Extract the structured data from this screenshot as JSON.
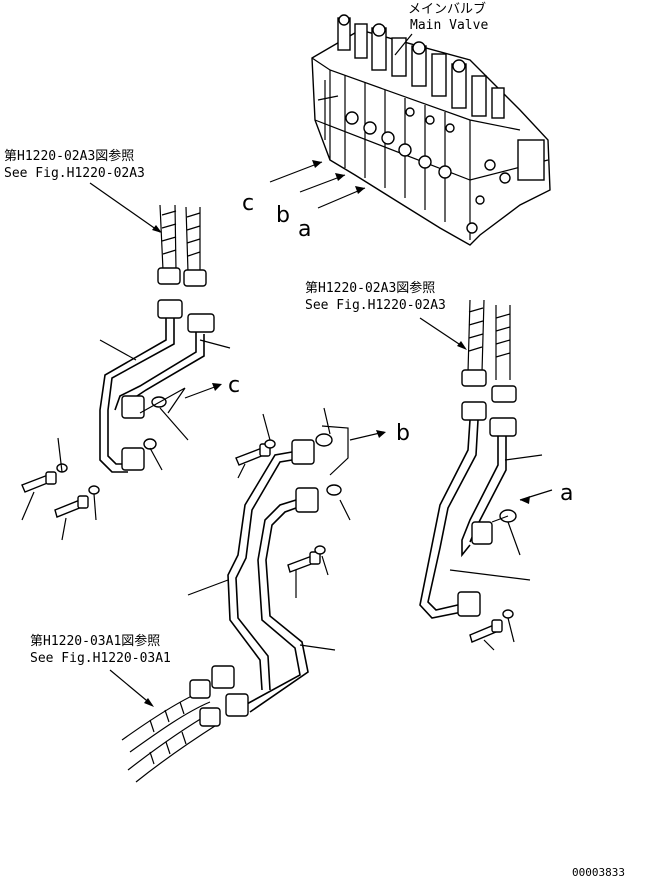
{
  "callouts": {
    "main_valve_jp": "メインバルブ",
    "main_valve_en": "Main Valve",
    "ref1_jp": "第H1220-02A3図参照",
    "ref1_en": "See Fig.H1220-02A3",
    "ref2_jp": "第H1220-02A3図参照",
    "ref2_en": "See Fig.H1220-02A3",
    "ref3_jp": "第H1220-03A1図参照",
    "ref3_en": "See Fig.H1220-03A1"
  },
  "port_labels": {
    "c_top": "c",
    "b_top": "b",
    "a_top": "a",
    "c_left": "c",
    "b_mid": "b",
    "a_right": "a"
  },
  "drawing_number": "00003833"
}
